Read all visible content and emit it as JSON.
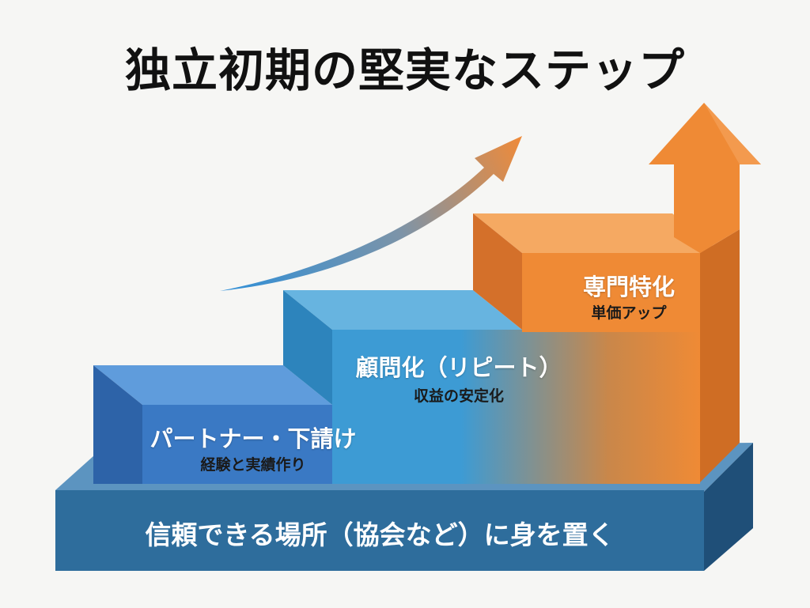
{
  "title": "独立初期の堅実なステップ",
  "base": {
    "label": "信頼できる場所（協会など）に身を置く"
  },
  "steps": [
    {
      "title": "パートナー・下請け",
      "subtitle": "経験と実績作り"
    },
    {
      "title": "顧問化（リピート）",
      "subtitle": "収益の安定化"
    },
    {
      "title": "専門特化",
      "subtitle": "単価アップ"
    }
  ],
  "colors": {
    "base_front": "#2e6d9c",
    "step1_front": "#3a79c4",
    "step2_front": "#3d9bd4",
    "step3_front": "#ef8a35",
    "arrow_start": "#2f8fd8",
    "arrow_end": "#f08a38"
  },
  "icons": {
    "curved_arrow": "curved-arrow-icon",
    "up_arrow": "up-arrow-icon"
  }
}
